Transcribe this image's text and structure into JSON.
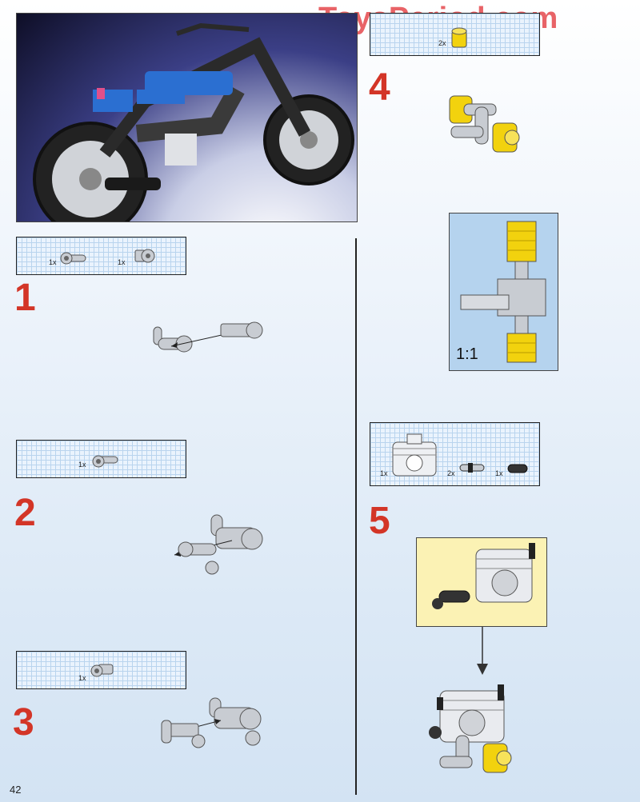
{
  "watermark": "ToysPeriod.com",
  "page_number": "42",
  "hero_image": {
    "icon": "motorcycle-model-photo"
  },
  "steps": [
    {
      "number": "1",
      "parts": [
        {
          "qty": "1x",
          "icon": "axle-connector-icon"
        },
        {
          "qty": "1x",
          "icon": "bush-icon"
        }
      ]
    },
    {
      "number": "2",
      "parts": [
        {
          "qty": "1x",
          "icon": "axle-connector-icon"
        }
      ]
    },
    {
      "number": "3",
      "parts": [
        {
          "qty": "1x",
          "icon": "bush-icon"
        }
      ]
    },
    {
      "number": "4",
      "parts": [
        {
          "qty": "2x",
          "icon": "yellow-bush-icon"
        }
      ],
      "scale_label": "1:1"
    },
    {
      "number": "5",
      "parts": [
        {
          "qty": "1x",
          "icon": "engine-cylinder-icon"
        },
        {
          "qty": "2x",
          "icon": "long-pin-icon"
        },
        {
          "qty": "1x",
          "icon": "black-pin-icon"
        }
      ]
    }
  ],
  "colors": {
    "step_number": "#d33527",
    "watermark": "#e5484d",
    "part_gray": "#c8ccd2",
    "part_yellow": "#f2d20e",
    "sub_box": "#fbf2b4",
    "scale_box": "#b5d3ee"
  }
}
